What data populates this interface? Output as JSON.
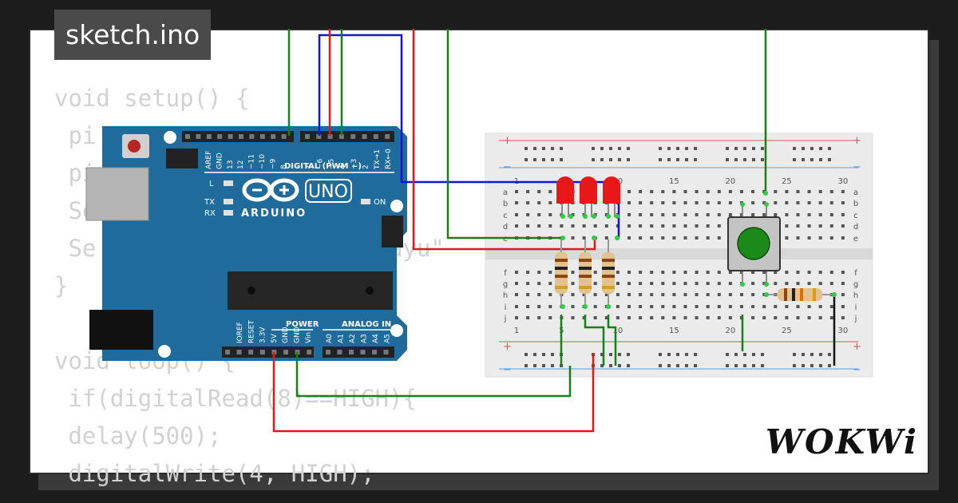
{
  "tab": {
    "filename": "sketch.ino"
  },
  "code": {
    "lines": [
      "void setup() {",
      " pi",
      " pi",
      " Se",
      " Se                    hayu\"",
      "}",
      "",
      "void loop() {",
      " if(digitalRead(8)==HIGH){",
      " delay(500);",
      " digitalWrite(4, HIGH);"
    ]
  },
  "brand": {
    "logo_text": "WOKWi"
  },
  "arduino": {
    "board_name": "UNO",
    "brand": "ARDUINO",
    "digital_label": "DIGITAL (PWM ~)",
    "power_label": "POWER",
    "analog_label": "ANALOG IN",
    "led_labels": {
      "l": "L",
      "tx": "TX",
      "rx": "RX",
      "on": "ON"
    },
    "top_pins": [
      "AREF",
      "GND",
      "13",
      "12",
      "~11",
      "~10",
      "~9",
      "8",
      "7",
      "~6",
      "~5",
      "4",
      "~3",
      "2",
      "TX→1",
      "RX←0"
    ],
    "power_pins": [
      "IOREF",
      "RESET",
      "3.3V",
      "5V",
      "GND",
      "GND",
      "Vin"
    ],
    "analog_pins": [
      "A0",
      "A1",
      "A2",
      "A3",
      "A4",
      "A5"
    ]
  },
  "breadboard": {
    "column_labels": [
      "1",
      "5",
      "10",
      "15",
      "20",
      "25",
      "30"
    ],
    "row_labels_top": [
      "a",
      "b",
      "c",
      "d",
      "e"
    ],
    "row_labels_bottom": [
      "f",
      "g",
      "h",
      "i",
      "j"
    ],
    "rail_plus": "+",
    "rail_minus": "−"
  },
  "colors": {
    "board_blue": "#1f6c9c",
    "wire_green": "#1a7f1a",
    "wire_blue": "#1414d6",
    "wire_red": "#e01818",
    "led_red": "#e81818",
    "button_green": "#1b8a1b"
  }
}
